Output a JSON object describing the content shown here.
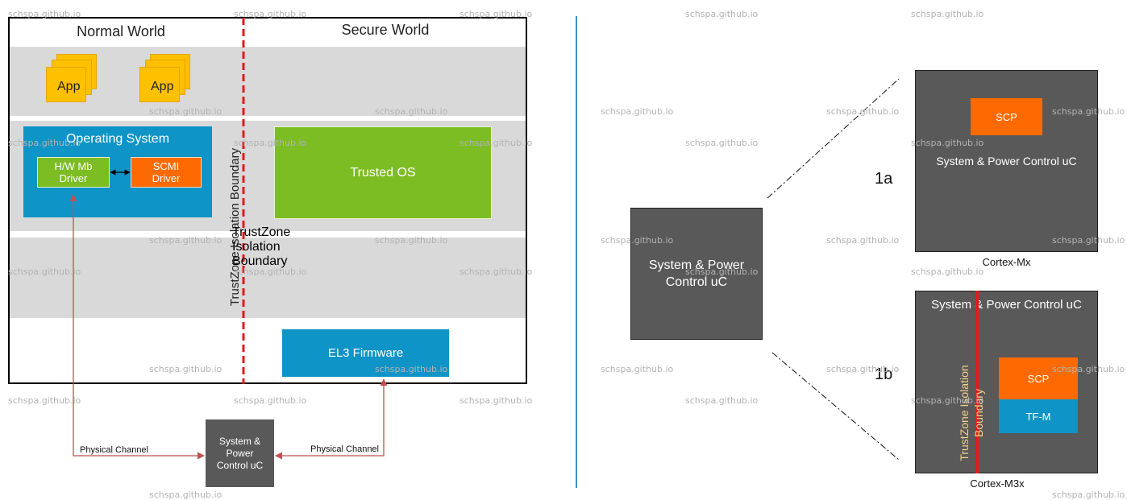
{
  "left": {
    "normal_world": "Normal World",
    "secure_world": "Secure World",
    "app_label": "App",
    "operating_system": "Operating System",
    "hw_mb_driver": [
      "H/W Mb",
      "Driver"
    ],
    "scmi_driver": [
      "SCMI",
      "Driver"
    ],
    "trusted_os": "Trusted OS",
    "boundary": "TrustZone Isolation Boundary",
    "el3_firmware": "EL3 Firmware",
    "physical_channel": "Physical Channel",
    "scp_lines": [
      "System &",
      "Power",
      "Control uC"
    ]
  },
  "right": {
    "center_box": [
      "System & Power",
      "Control uC"
    ],
    "label_1a": "1a",
    "label_1b": "1b",
    "a_scp": "SCP",
    "a_title": "System & Power Control uC",
    "a_caption": "Cortex-Mx",
    "b_title": "System & Power Control uC",
    "b_boundary": [
      "TrustZone Isolation",
      "Boundary"
    ],
    "b_scp": "SCP",
    "b_tfm": "TF-M",
    "b_caption": "Cortex-M3x"
  },
  "watermark": "schspa.github.io",
  "colors": {
    "os_blue": "#0e94c6",
    "green": "#7dbd24",
    "orange": "#ff6a00",
    "dark": "#595959",
    "band_gray": "#d9d9d9",
    "boundary_red": "#e3191c",
    "channel_red": "#c0504d",
    "divider_blue": "#3a8fd1"
  }
}
